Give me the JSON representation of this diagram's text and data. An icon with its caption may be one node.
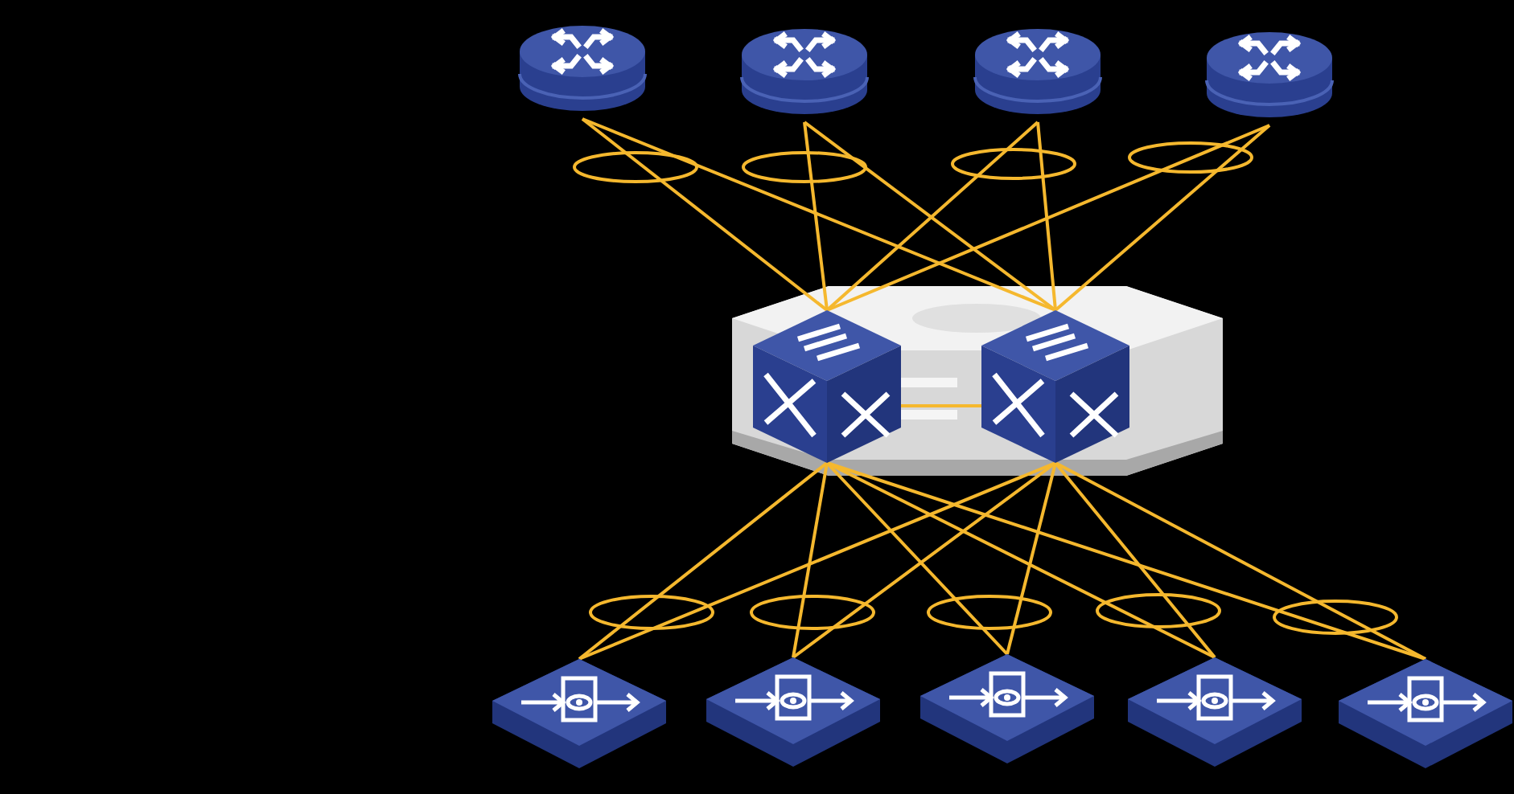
{
  "diagram": {
    "nodes": [
      {
        "text": [],
        "shape": "picture"
      },
      {
        "text": [],
        "shape": "picture"
      },
      {
        "text": [],
        "shape": "picture"
      },
      {
        "text": [],
        "shape": "picture"
      },
      {
        "text": [],
        "shape": "picture"
      },
      {
        "text": [],
        "shape": "picture",
        "in": 4
      },
      {
        "text": [],
        "shape": "picture",
        "in": 4
      },
      {
        "text": [],
        "shape": "picture"
      },
      {
        "text": [],
        "shape": "picture"
      },
      {
        "text": [],
        "shape": "picture"
      },
      {
        "text": [],
        "shape": "picture"
      },
      {
        "text": [],
        "shape": "picture"
      }
    ],
    "edges": [
      {
        "from": 0,
        "to": 5,
        "arrow": "none"
      },
      {
        "from": 0,
        "to": 6,
        "arrow": "none"
      },
      {
        "from": 1,
        "to": 5,
        "arrow": "none"
      },
      {
        "from": 1,
        "to": 6,
        "arrow": "none"
      },
      {
        "from": 2,
        "to": 5,
        "arrow": "none"
      },
      {
        "from": 2,
        "to": 6,
        "arrow": "none"
      },
      {
        "from": 3,
        "to": 5,
        "arrow": "none"
      },
      {
        "from": 3,
        "to": 6,
        "arrow": "none"
      },
      {
        "from": 5,
        "to": 7,
        "arrow": "none"
      },
      {
        "from": 6,
        "to": 7,
        "arrow": "none"
      },
      {
        "from": 5,
        "to": 8,
        "arrow": "none"
      },
      {
        "from": 6,
        "to": 8,
        "arrow": "none"
      },
      {
        "from": 5,
        "to": 9,
        "arrow": "none"
      },
      {
        "from": 6,
        "to": 9,
        "arrow": "none"
      },
      {
        "from": 5,
        "to": 10,
        "arrow": "none"
      },
      {
        "from": 6,
        "to": 10,
        "arrow": "none"
      },
      {
        "from": 5,
        "to": 11,
        "arrow": "none"
      },
      {
        "from": 6,
        "to": 11,
        "arrow": "none"
      },
      {
        "from": 5,
        "to": 6,
        "arrow": "none"
      }
    ]
  }
}
